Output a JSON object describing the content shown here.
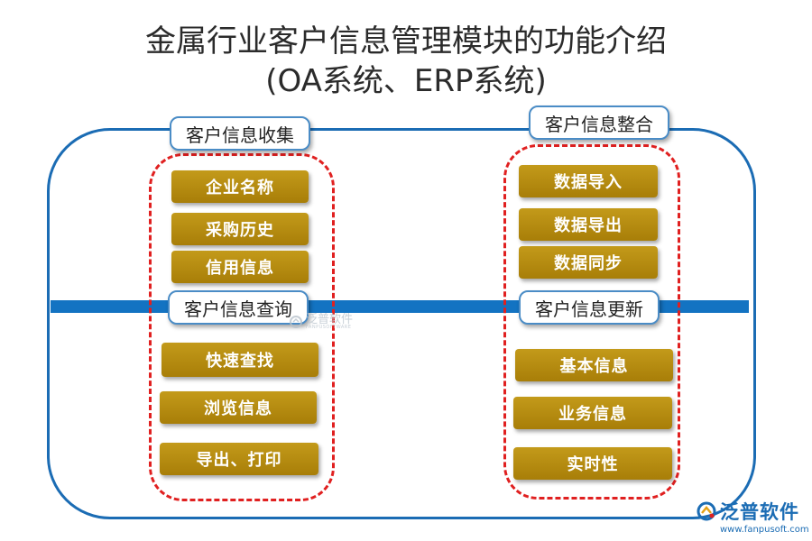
{
  "title": {
    "line1": "金属行业客户信息管理模块的功能介绍",
    "line2": "(OA系统、ERP系统)"
  },
  "sections": {
    "collect": {
      "label": "客户信息收集",
      "items": [
        "企业名称",
        "采购历史",
        "信用信息"
      ]
    },
    "query": {
      "label": "客户信息查询",
      "items": [
        "快速查找",
        "浏览信息",
        "导出、打印"
      ]
    },
    "integrate": {
      "label": "客户信息整合",
      "items": [
        "数据导入",
        "数据导出",
        "数据同步"
      ]
    },
    "update": {
      "label": "客户信息更新",
      "items": [
        "基本信息",
        "业务信息",
        "实时性"
      ]
    }
  },
  "watermark": {
    "text": "泛普软件",
    "sub": "FANPUSOFTWARE"
  },
  "logo": {
    "name": "泛普软件",
    "url": "www.fanpusoft.com"
  },
  "colors": {
    "frame": "#1b6cb4",
    "bar": "#1373c2",
    "dash": "#e02020",
    "button": "#b08a0f"
  }
}
